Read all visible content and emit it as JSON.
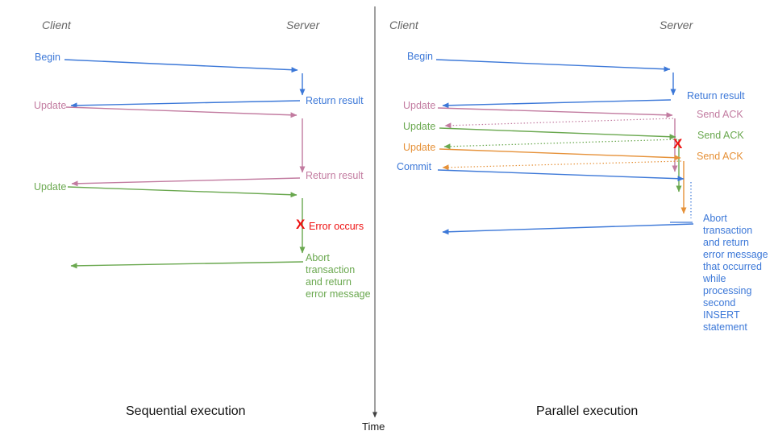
{
  "colors": {
    "blue": "#3c78d8",
    "pink": "#c27ba0",
    "green": "#6aa84f",
    "orange": "#e69138",
    "red": "#ee1111",
    "header_gray": "#666666",
    "axis_gray": "#424242"
  },
  "time_axis": {
    "label": "Time"
  },
  "left": {
    "client_header": "Client",
    "server_header": "Server",
    "caption": "Sequential execution",
    "begin_label": "Begin",
    "return_result_1": "Return result",
    "update_1": "Update",
    "return_result_2": "Return result",
    "update_2": "Update",
    "error_x": "X",
    "error_label": "Error occurs",
    "abort_note": "Abort\ntransaction\nand return\nerror message"
  },
  "right": {
    "client_header": "Client",
    "server_header": "Server",
    "caption": "Parallel execution",
    "begin_label": "Begin",
    "return_result": "Return result",
    "update_1": "Update",
    "send_ack_1": "Send ACK",
    "update_2": "Update",
    "send_ack_2": "Send ACK",
    "update_3": "Update",
    "send_ack_3": "Send ACK",
    "commit_label": "Commit",
    "error_x": "X",
    "abort_note": "Abort\ntransaction\nand return\nerror message\nthat occurred\nwhile\nprocessing\nsecond\nINSERT\nstatement"
  }
}
